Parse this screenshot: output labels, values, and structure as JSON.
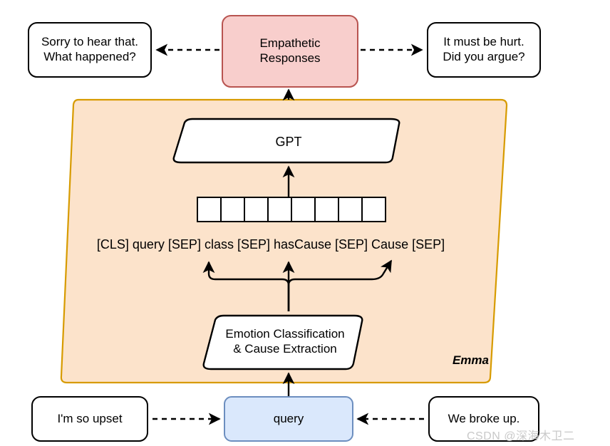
{
  "diagram": {
    "title_label": "Emma",
    "panel": {
      "name": "Emma",
      "fill_color": "#fce3cb",
      "stroke_color": "#d79b00"
    },
    "output_node": {
      "label": "Empathetic\nResponses",
      "fill_color": "#f8cecc",
      "stroke_color": "#b85450"
    },
    "responses": [
      {
        "label": "Sorry to hear that.\nWhat happened?",
        "position": "left"
      },
      {
        "label": "It must be hurt.\nDid you argue?",
        "position": "right"
      }
    ],
    "gpt_node": {
      "label": "GPT",
      "fill_color": "#ffffff",
      "stroke_color": "#000000"
    },
    "token_row": {
      "cell_count": 8,
      "fill_color": "#ffffff",
      "stroke_color": "#000000"
    },
    "sequence_label": "[CLS] query [SEP] class [SEP] hasCause [SEP] Cause [SEP]",
    "sequence_parts": [
      "[CLS]",
      "query",
      "[SEP]",
      "class",
      "[SEP]",
      "hasCause",
      "[SEP]",
      "Cause",
      "[SEP]"
    ],
    "extractor_node": {
      "label": "Emotion Classification\n& Cause Extraction",
      "fill_color": "#ffffff",
      "stroke_color": "#000000"
    },
    "query_node": {
      "label": "query",
      "fill_color": "#dae8fc",
      "stroke_color": "#6c8ebf"
    },
    "inputs": [
      {
        "label": "I'm so upset",
        "position": "left"
      },
      {
        "label": "We broke up.",
        "position": "right"
      }
    ],
    "watermark": "CSDN @深海木卫二"
  }
}
